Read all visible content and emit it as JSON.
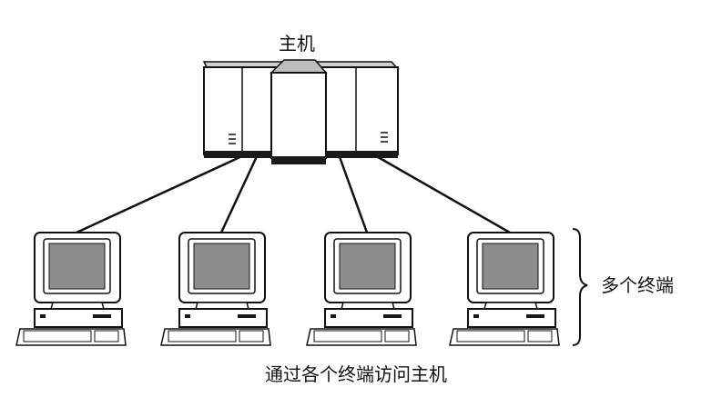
{
  "diagram": {
    "host_label": "主机",
    "terminals_label": "多个终端",
    "caption": "通过各个终端访问主机",
    "terminal_count": 4,
    "colors": {
      "line": "#111111",
      "screen": "#8d8d8d",
      "fill": "#ffffff",
      "shadow": "#1a1a1a"
    },
    "icons": [
      "mainframe-icon",
      "terminal-computer-icon",
      "curly-brace-icon"
    ]
  }
}
